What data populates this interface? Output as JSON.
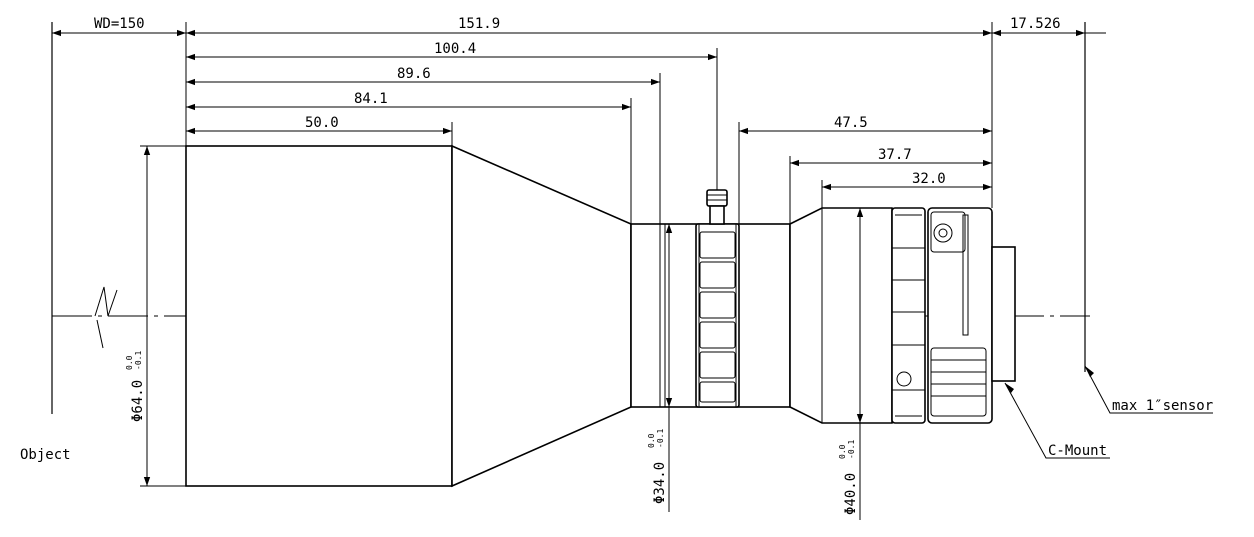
{
  "dimensions": {
    "working_distance": "WD=150",
    "overall_length": "151.9",
    "sensor_distance": "17.526",
    "to_focus_knob": "100.4",
    "to_front_ring_rear": "89.6",
    "to_front_ring": "84.1",
    "front_barrel_length": "50.0",
    "rear_group_length": "47.5",
    "rear_barrel_length": "37.7",
    "rear_housing_length": "32.0"
  },
  "diameters": {
    "front": {
      "symbol": "Φ",
      "value": "64.0",
      "tol_upper": "0.0",
      "tol_lower": "-0.1"
    },
    "mid": {
      "symbol": "Φ",
      "value": "34.0",
      "tol_upper": "0.0",
      "tol_lower": "-0.1"
    },
    "rear": {
      "symbol": "Φ",
      "value": "40.0",
      "tol_upper": "0.0",
      "tol_lower": "-0.1"
    }
  },
  "labels": {
    "object": "Object",
    "mount": "C-Mount",
    "sensor": "max 1″sensor"
  }
}
